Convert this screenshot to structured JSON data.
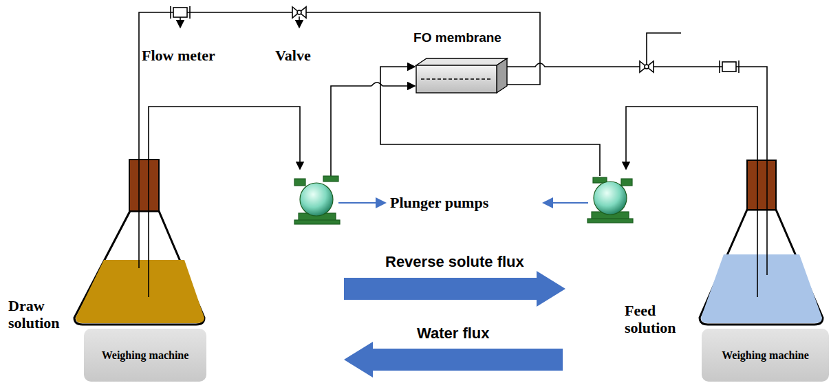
{
  "diagram": {
    "nodes": [
      {
        "text": [
          "FO membrane"
        ]
      },
      {
        "text": [
          "Weighing machine"
        ]
      },
      {
        "text": [
          "Weighing machine"
        ]
      }
    ],
    "labels": [
      "Flow meter",
      "Valve",
      "Plunger pumps",
      "Reverse solute flux",
      "Water flux",
      "Draw solution",
      "Feed solution"
    ]
  }
}
